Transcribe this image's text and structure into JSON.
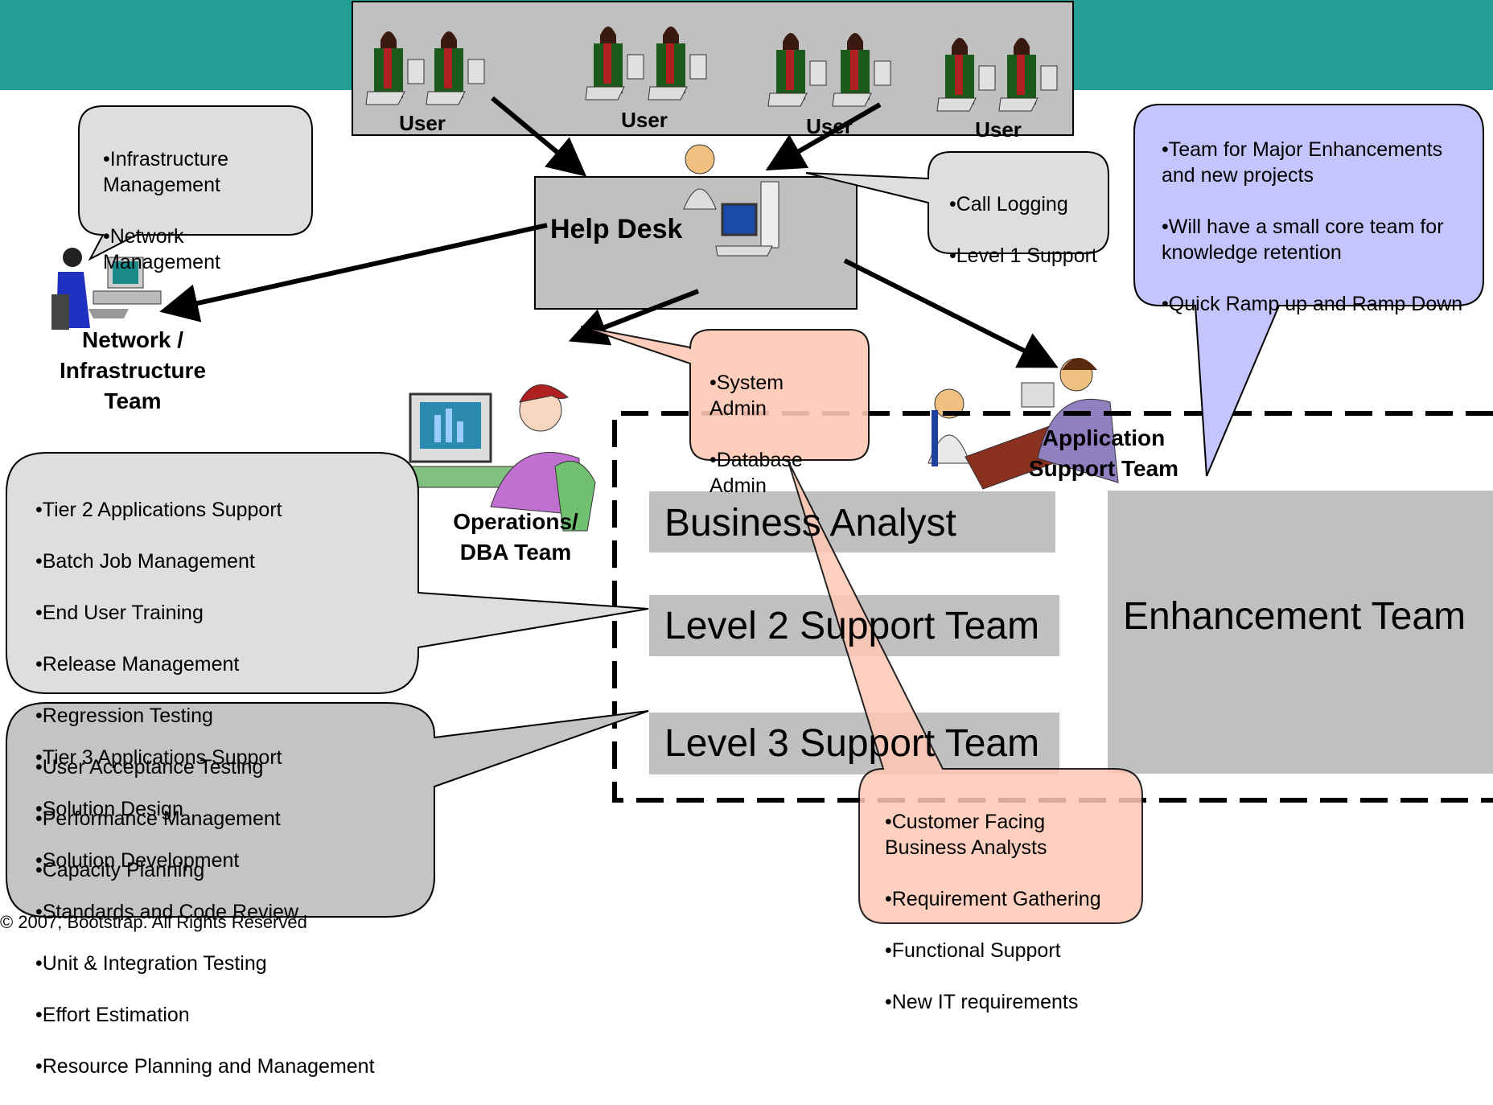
{
  "users": {
    "labels": [
      "User",
      "User",
      "User",
      "User"
    ]
  },
  "help_desk": {
    "label": "Help Desk",
    "callout": [
      "•Call Logging",
      "•Level 1 Support"
    ]
  },
  "network_team": {
    "label": "Network / Infrastructure Team",
    "callout": [
      "•Infrastructure Management",
      "•Network Management"
    ]
  },
  "operations_team": {
    "label": "Operations/ DBA Team",
    "callout": [
      "•System Admin",
      "•Database Admin"
    ]
  },
  "application_support": {
    "label": "Application Support Team",
    "roles": [
      "Business Analyst",
      "Level 2 Support Team",
      "Level 3 Support Team"
    ]
  },
  "enhancement_team": {
    "label": "Enhancement Team",
    "callout": [
      "•Team for Major Enhancements and new projects",
      "•Will have a small core team for knowledge retention",
      "•Quick Ramp up and Ramp Down"
    ]
  },
  "level2_callout": [
    "•Tier 2 Applications Support",
    "•Batch Job Management",
    "•End User Training",
    "•Release Management",
    "•Regression Testing",
    "•User Acceptance Testing",
    "•Performance Management",
    "•Capacity Planning"
  ],
  "level3_callout": [
    "•Tier 3 Applications Support",
    "•Solution Design",
    "•Solution Development",
    "•Standards and Code Review",
    "•Unit & Integration Testing",
    "•Effort Estimation",
    "•Resource Planning and Management"
  ],
  "business_analyst_callout": [
    "•Customer Facing Business Analysts",
    "•Requirement Gathering",
    "•Functional Support",
    "•New IT requirements"
  ],
  "footer": {
    "copyright": "© 2007, Bootstrap. All Rights Reserved"
  },
  "colors": {
    "band": "#239e94",
    "grey_box": "#c0c0c0",
    "peach": "#ffc8b4",
    "lavender": "#c4c4ff",
    "light_grey_callout": "#dedede",
    "mid_grey_callout": "#c4c4c4"
  }
}
